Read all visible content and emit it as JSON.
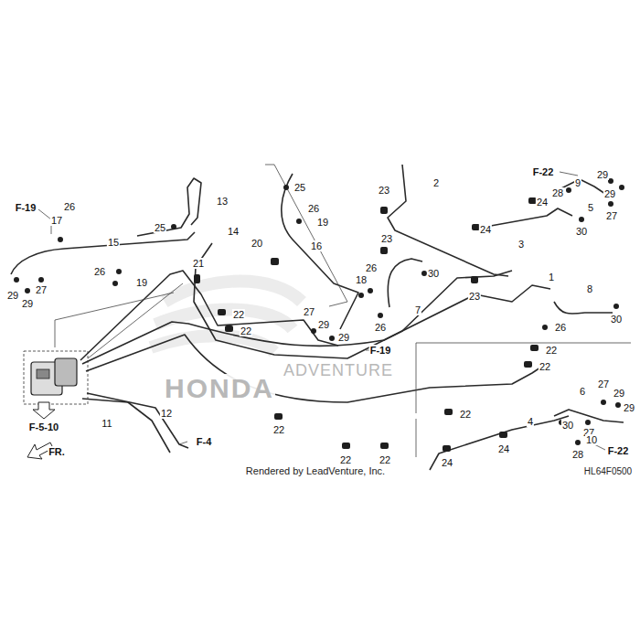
{
  "diagram": {
    "labels": [
      "F-22",
      "29",
      "2",
      "9",
      "25",
      "23",
      "28",
      "29",
      "13",
      "24",
      "F-19",
      "26",
      "26",
      "5",
      "27",
      "17",
      "19",
      "25",
      "24",
      "14",
      "30",
      "23",
      "15",
      "20",
      "3",
      "16",
      "21",
      "26",
      "26",
      "30",
      "1",
      "18",
      "19",
      "8",
      "27",
      "29",
      "23",
      "29",
      "7",
      "27",
      "22",
      "30",
      "29",
      "26",
      "26",
      "22",
      "29",
      "22",
      "F-19",
      "22",
      "ADVENTURE",
      "HONDA",
      "27",
      "6",
      "29",
      "29",
      "12",
      "22",
      "4",
      "11",
      "F-5-10",
      "30",
      "22",
      "27",
      "10",
      "F-4",
      "24",
      "FR.",
      "F-22",
      "28",
      "22",
      "22",
      "24",
      "Rendered by LeadVenture, Inc.",
      "HL64F0500"
    ]
  }
}
